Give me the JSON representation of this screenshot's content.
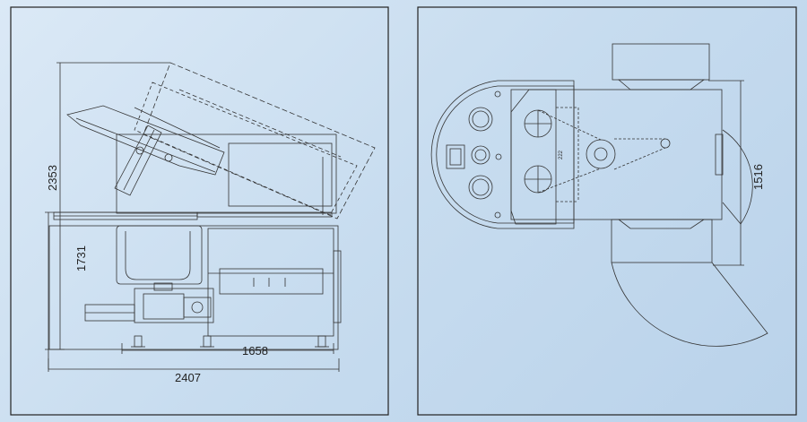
{
  "colors": {
    "background": "#c7dcef",
    "panel_border": "#222222",
    "line": "#333333"
  },
  "side_view": {
    "dimensions": {
      "total_height": "2353",
      "table_height": "1731",
      "base_length": "1658",
      "total_length": "2407"
    }
  },
  "top_view": {
    "dimensions": {
      "width": "1516",
      "small_label": "222"
    }
  }
}
